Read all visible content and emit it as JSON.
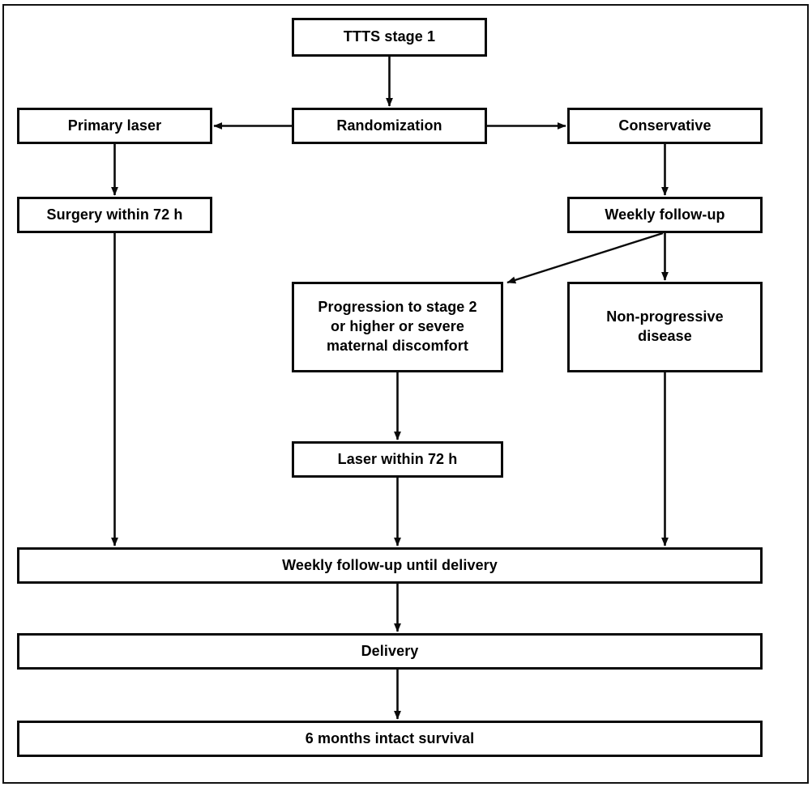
{
  "figure": {
    "kind": "flowchart",
    "title": "TTTS stage 1 randomized trial flow diagram",
    "stroke_color": "#0a0a0a",
    "background_color": "#ffffff",
    "frame_color": "#111111"
  },
  "nodes": {
    "ttts_stage_1": "TTTS stage 1",
    "primary_laser": "Primary laser",
    "randomization": "Randomization",
    "conservative": "Conservative",
    "surgery_within_72h": "Surgery within 72 h",
    "weekly_follow_up": "Weekly follow-up",
    "progression": "Progression to stage 2\nor higher or severe\nmaternal discomfort",
    "non_progressive": "Non-progressive\ndisease",
    "laser_within_72h": "Laser within 72 h",
    "weekly_follow_up_until_delivery": "Weekly follow-up until delivery",
    "delivery": "Delivery",
    "six_months_intact_survival": "6 months intact survival"
  },
  "edges": [
    {
      "name": "ttts-to-randomization",
      "from": "ttts_stage_1",
      "to": "randomization",
      "kind": "vertical-arrow"
    },
    {
      "name": "randomization-to-primary-laser",
      "from": "randomization",
      "to": "primary_laser",
      "kind": "horizontal-arrow-left"
    },
    {
      "name": "randomization-to-conservative",
      "from": "randomization",
      "to": "conservative",
      "kind": "horizontal-arrow-right"
    },
    {
      "name": "primary-laser-to-surgery",
      "from": "primary_laser",
      "to": "surgery_within_72h",
      "kind": "vertical-arrow"
    },
    {
      "name": "conservative-to-weekly-follow-up",
      "from": "conservative",
      "to": "weekly_follow_up",
      "kind": "vertical-arrow"
    },
    {
      "name": "weekly-follow-up-to-progression",
      "from": "weekly_follow_up",
      "to": "progression",
      "kind": "diagonal-arrow"
    },
    {
      "name": "weekly-follow-up-to-non-progressive",
      "from": "weekly_follow_up",
      "to": "non_progressive",
      "kind": "vertical-arrow"
    },
    {
      "name": "progression-to-laser-72h",
      "from": "progression",
      "to": "laser_within_72h",
      "kind": "vertical-arrow"
    },
    {
      "name": "surgery-to-weekly-until-delivery",
      "from": "surgery_within_72h",
      "to": "weekly_follow_up_until_delivery",
      "kind": "vertical-arrow"
    },
    {
      "name": "laser-72h-to-weekly-until-delivery",
      "from": "laser_within_72h",
      "to": "weekly_follow_up_until_delivery",
      "kind": "vertical-arrow"
    },
    {
      "name": "non-progressive-to-weekly-until-delivery",
      "from": "non_progressive",
      "to": "weekly_follow_up_until_delivery",
      "kind": "vertical-arrow"
    },
    {
      "name": "weekly-until-delivery-to-delivery",
      "from": "weekly_follow_up_until_delivery",
      "to": "delivery",
      "kind": "vertical-arrow"
    },
    {
      "name": "delivery-to-six-months",
      "from": "delivery",
      "to": "six_months_intact_survival",
      "kind": "vertical-arrow"
    }
  ]
}
